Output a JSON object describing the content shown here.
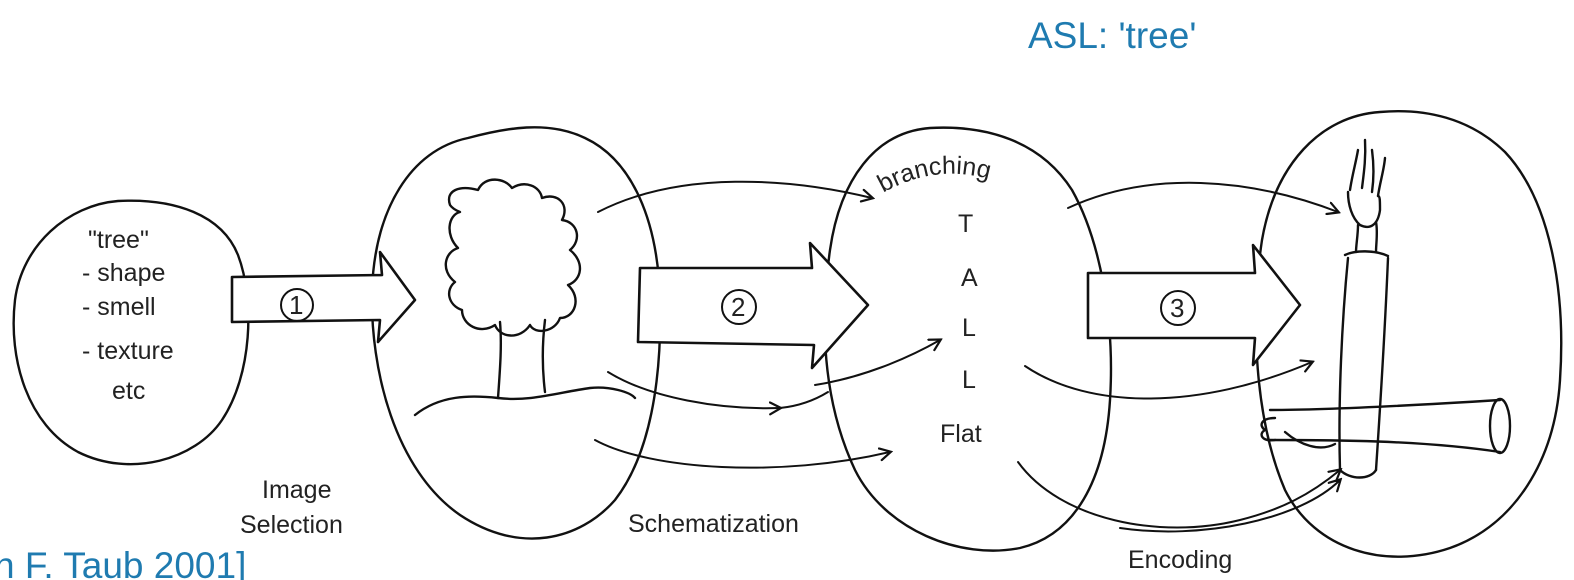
{
  "title": "ASL: 'tree'",
  "citation": "h F. Taub 2001]",
  "concept_list": {
    "heading": "\"tree\"",
    "items": [
      "- shape",
      "- smell",
      "- texture",
      "etc"
    ]
  },
  "schematization_features": {
    "arc_word": "branching",
    "letters": [
      "T",
      "A",
      "L",
      "L"
    ],
    "bottom_word": "Flat"
  },
  "steps": [
    {
      "number": "1",
      "label_lines": [
        "Image",
        "Selection"
      ]
    },
    {
      "number": "2",
      "label_lines": [
        "Schematization"
      ]
    },
    {
      "number": "3",
      "label_lines": [
        "Encoding"
      ]
    }
  ],
  "colors": {
    "accent_blue": "#1f7bb0",
    "ink": "#111111",
    "background": "#ffffff"
  },
  "icons": [
    "tree-sketch-icon",
    "raised-arm-hand-icon",
    "horizontal-forearm-icon"
  ]
}
